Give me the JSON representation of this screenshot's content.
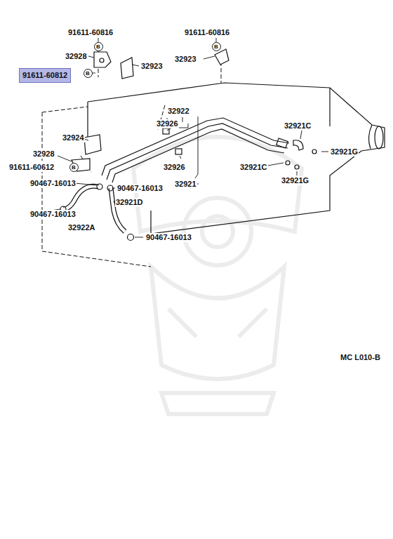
{
  "diagram": {
    "labels": [
      "91611-60816",
      "91611-60816",
      "32928",
      "32923",
      "32923",
      "91611-60812",
      "32922",
      "32926",
      "32921C",
      "32924",
      "32928",
      "32926",
      "32921G",
      "91611-60612",
      "32921",
      "32921C",
      "90467-16013",
      "90467-16013",
      "32921G",
      "32921D",
      "90467-16013",
      "32922A",
      "90467-16013",
      "MC L010-B",
      "B",
      "B",
      "B",
      "B"
    ]
  }
}
